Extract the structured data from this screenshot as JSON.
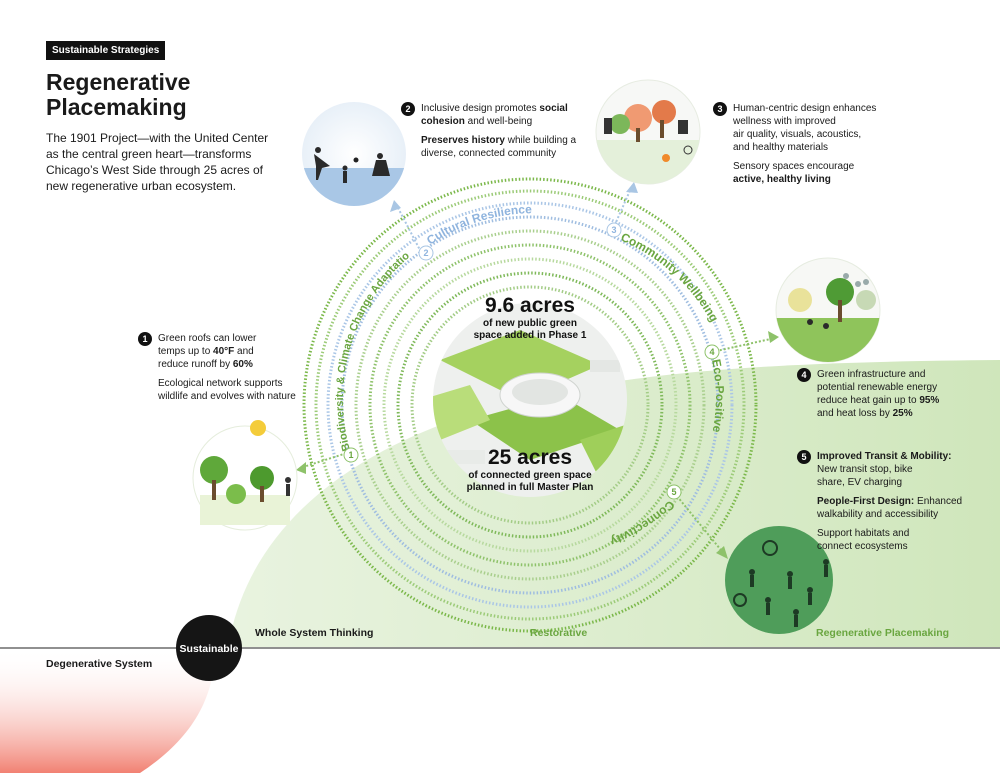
{
  "header": {
    "tag": "Sustainable Strategies",
    "title_line1": "Regenerative",
    "title_line2": "Placemaking",
    "intro": "The 1901 Project—with the United Center as the central green heart—transforms Chicago’s West Side through 25 acres of new regenerative urban ecosystem."
  },
  "center": {
    "top_value": "9.6 acres",
    "top_sub1": "of new public green",
    "top_sub2": "space added in Phase 1",
    "bottom_value": "25 acres",
    "bottom_sub1": "of connected green space",
    "bottom_sub2": "planned in full Master Plan"
  },
  "rings": {
    "r1": "Biodiversity & Climate Change Adaptation",
    "r2": "Cultural Resilience",
    "r3": "Community Wellbeing",
    "r4": "Eco-Positive",
    "r5": "Connectivity",
    "n1": "1",
    "n2": "2",
    "n3": "3",
    "n4": "4",
    "n5": "5"
  },
  "annotations": {
    "a1": {
      "num": "1",
      "l1": "Green roofs can lower",
      "l2a": "temps up to ",
      "l2b": "40°F",
      "l2c": " and",
      "l3a": "reduce runoff by ",
      "l3b": "60%",
      "l4": "Ecological network supports",
      "l5": "wildlife and evolves with nature"
    },
    "a2": {
      "num": "2",
      "l1a": "Inclusive design promotes ",
      "l1b": "social",
      "l2a": "cohesion",
      "l2b": " and well-being",
      "l3a": "Preserves history",
      "l3b": " while building a",
      "l4": "diverse, connected community"
    },
    "a3": {
      "num": "3",
      "l1": "Human-centric design enhances",
      "l2": "wellness with improved",
      "l3": "air quality, visuals, acoustics,",
      "l4": "and healthy materials",
      "l5": "Sensory spaces encourage",
      "l6": "active, healthy living"
    },
    "a4": {
      "num": "4",
      "l1": "Green infrastructure and",
      "l2": "potential renewable energy",
      "l3a": "reduce heat gain up to ",
      "l3b": "95%",
      "l4a": "and heat loss by ",
      "l4b": "25%"
    },
    "a5": {
      "num": "5",
      "l1": "Improved Transit & Mobility:",
      "l2": "New transit stop, bike",
      "l3": "share, EV charging",
      "l4a": "People-First Design:",
      "l4b": " Enhanced",
      "l5": "walkability and accessibility",
      "l6": "Support habitats and",
      "l7": "connect ecosystems"
    }
  },
  "axis": {
    "sustainable": "Sustainable",
    "whole_system": "Whole System Thinking",
    "restorative": "Restorative",
    "regenerative": "Regenerative Placemaking",
    "degenerative": "Degenerative System"
  },
  "colors": {
    "green": "#6aa640",
    "light_green": "#d9ecc9",
    "blue": "#8fb4de",
    "red": "#ee7060"
  }
}
